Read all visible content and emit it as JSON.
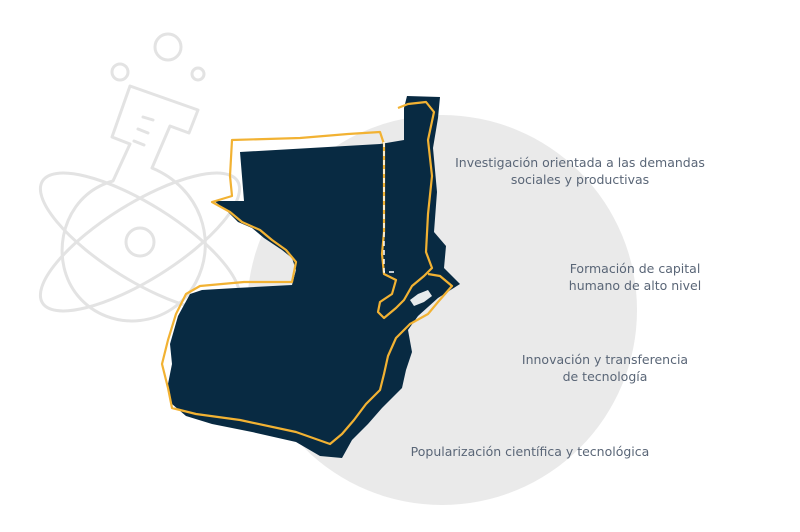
{
  "colors": {
    "background": "#ffffff",
    "circle": "#eaeaea",
    "icon_stroke": "#e3e3e3",
    "map_fill": "#082a42",
    "map_outline": "#f2b233",
    "text": "#5a6677"
  },
  "icons": {
    "background": "laboratory-flask-atom-icon",
    "map": "guatemala-map"
  },
  "labels": [
    "Investigación orientada a las demandas\nsociales y productivas",
    "Formación de capital\nhumano de alto nivel",
    "Innovación y transferencia\nde tecnología",
    "Popularización científica y tecnológica"
  ]
}
